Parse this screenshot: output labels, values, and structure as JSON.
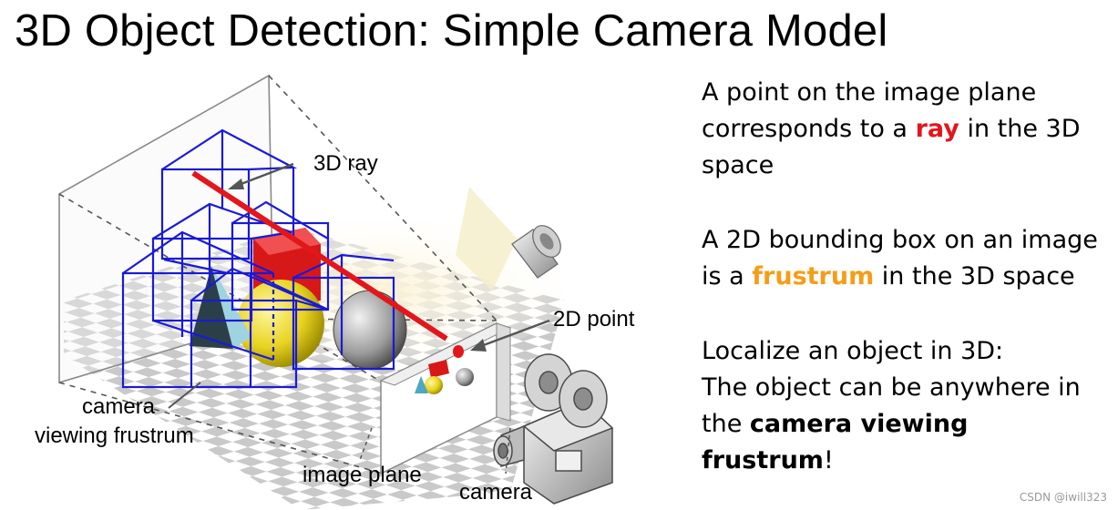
{
  "title": "3D Object Detection: Simple Camera Model",
  "figure": {
    "labels": {
      "ray": "3D ray",
      "point": "2D point",
      "frustum_line1": "camera",
      "frustum_line2": "viewing frustrum",
      "image_plane": "image plane",
      "camera": "camera"
    }
  },
  "text": {
    "p1": {
      "before": "A point on the image plane corresponds to a ",
      "keyword": "ray",
      "after": " in the 3D space"
    },
    "p2": {
      "before": "A 2D bounding box on an image is a ",
      "keyword": "frustrum",
      "after": " in the 3D space"
    },
    "p3": {
      "line1": "Localize an object in 3D:",
      "before": "The object can be anywhere in the ",
      "keyword": "camera viewing frustrum",
      "after": "!"
    }
  },
  "watermark": "CSDN @iwill323",
  "colors": {
    "ray": "#e3161b",
    "frustrum": "#f59d18",
    "boxes": "#1a1ad6"
  }
}
